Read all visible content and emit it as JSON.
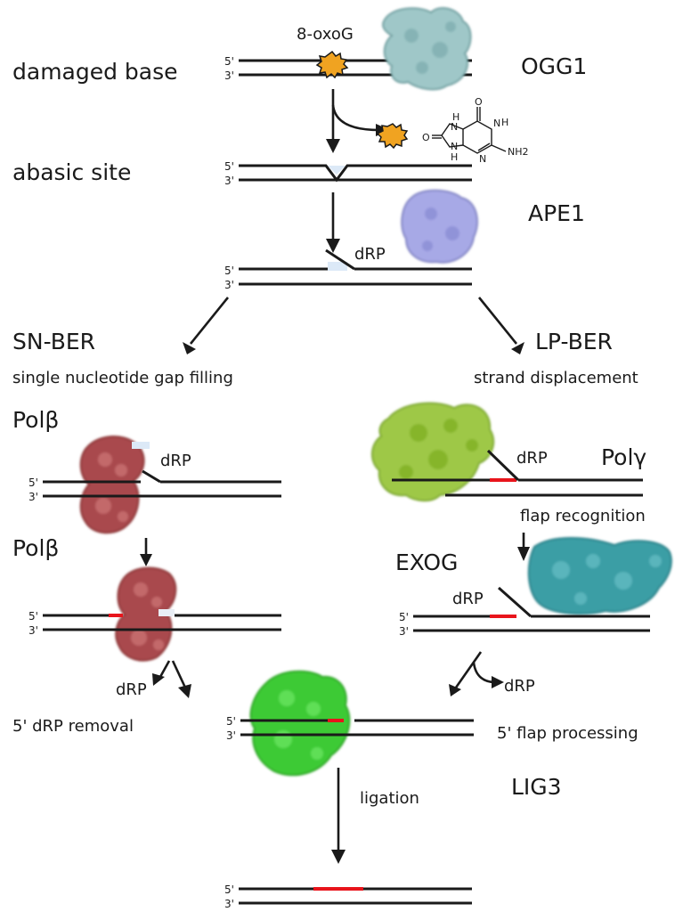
{
  "stages": {
    "damaged_base": "damaged base",
    "abasic_site": "abasic site"
  },
  "lesion": {
    "label": "8-oxoG",
    "structure_labels": [
      "O",
      "H",
      "N",
      "O",
      "N",
      "H",
      "N",
      "H",
      "N",
      "NH2"
    ]
  },
  "strand_ends": {
    "five": "5'",
    "three": "3'"
  },
  "enzymes": {
    "ogg1": "OGG1",
    "ape1": "APE1",
    "polb_1": "Polβ",
    "polb_2": "Polβ",
    "polg": "Polγ",
    "exog": "EXOG",
    "lig3": "LIG3"
  },
  "intermediate": "dRP",
  "pathways": {
    "sn": {
      "name": "SN-BER",
      "description": "single nucleotide gap filling",
      "step": "5' dRP removal"
    },
    "lp": {
      "name": "LP-BER",
      "description": "strand displacement",
      "step_1": "flap recognition",
      "step_2": "5' flap processing"
    }
  },
  "final_step": "ligation",
  "colors": {
    "strand": "#1a1a1a",
    "new_dna": "#e8141b",
    "ogg1": "#9fc7c8",
    "ape1": "#a7a9e6",
    "polb": "#a94a4d",
    "polg": "#9ec846",
    "exog": "#3a9ea5",
    "lig3": "#3dca35",
    "lesion": "#f0a321"
  }
}
